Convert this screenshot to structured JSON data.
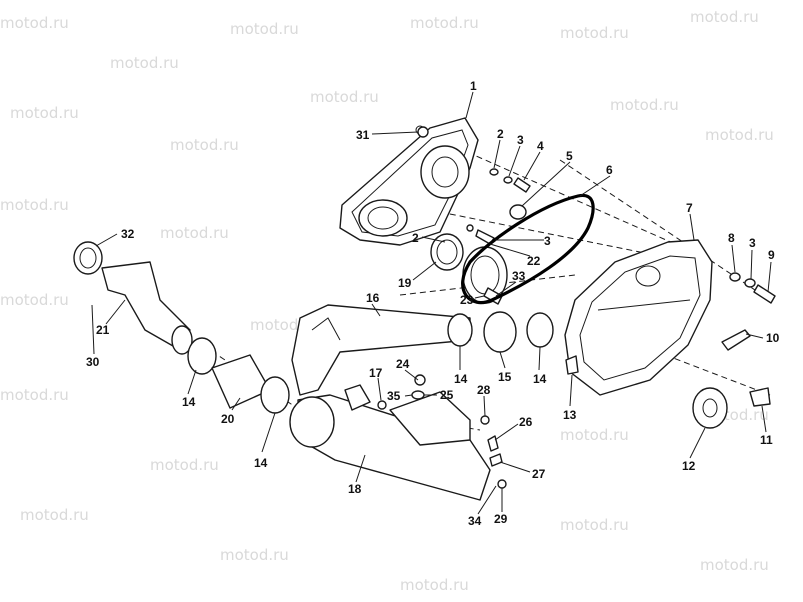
{
  "watermark": "motod.ru",
  "callouts": [
    "1",
    "2",
    "3",
    "4",
    "5",
    "6",
    "7",
    "8",
    "3",
    "9",
    "31",
    "2",
    "3",
    "22",
    "33",
    "19",
    "23",
    "32",
    "16",
    "14",
    "15",
    "14",
    "13",
    "10",
    "21",
    "30",
    "14",
    "20",
    "17",
    "24",
    "35",
    "25",
    "28",
    "26",
    "14",
    "11",
    "27",
    "12",
    "18",
    "34",
    "29"
  ]
}
